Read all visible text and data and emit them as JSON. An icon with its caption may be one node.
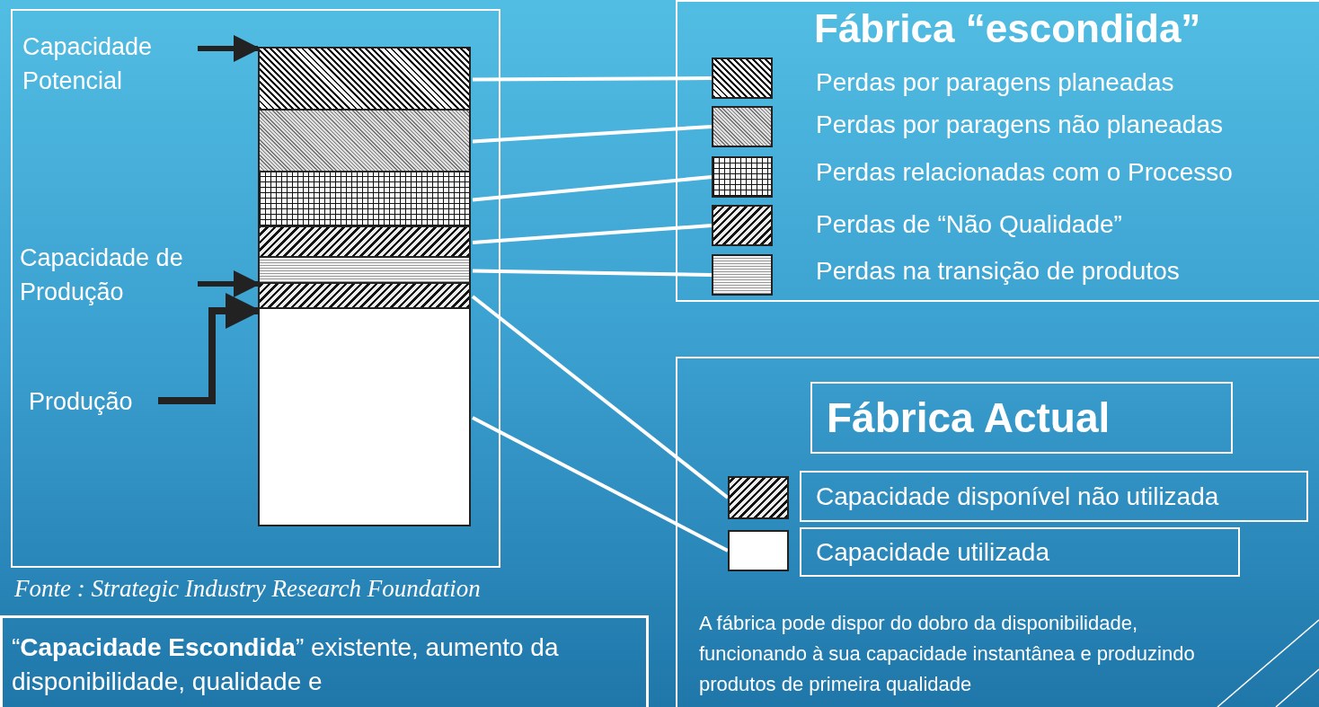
{
  "diagram": {
    "nodes": [
      {
        "text": [
          "Fábrica “escondida”"
        ]
      },
      {
        "text": [],
        "shape": "box",
        "in": 0,
        "beside": [
          "Perdas por paragens planeadas"
        ]
      },
      {
        "text": [],
        "shape": "box",
        "in": 0,
        "beside": [
          "Perdas por paragens não planeadas"
        ]
      },
      {
        "text": [],
        "shape": "box",
        "in": 0,
        "beside": [
          "Perdas relacionadas com o Processo"
        ]
      },
      {
        "text": [],
        "shape": "box",
        "in": 0,
        "beside": [
          "Perdas de “Não Qualidade”"
        ]
      },
      {
        "text": [],
        "shape": "box",
        "in": 0,
        "beside": [
          "Perdas na transição de produtos"
        ]
      },
      {
        "text": [
          "A fábrica pode dispor do dobro da disponibilidade, funcionando à sua capacidade instantânea e produzindo produtos de primeira qualidade"
        ]
      },
      {
        "text": [
          "Fábrica Actual"
        ],
        "in": 6
      },
      {
        "text": [
          "Capacidade disponível não utilizada"
        ],
        "in": 6
      },
      {
        "text": [
          "Capacidade utilizada"
        ],
        "in": 6
      },
      {
        "text": [],
        "shape": "box",
        "in": 6
      },
      {
        "text": [],
        "shape": "box",
        "in": 6
      },
      {
        "text": [],
        "shape": "box"
      },
      {
        "text": [],
        "shape": "bar",
        "in": 12
      },
      {
        "text": [],
        "shape": "bar",
        "in": 12
      },
      {
        "text": [],
        "shape": "bar",
        "in": 12
      },
      {
        "text": [],
        "shape": "bar",
        "in": 12
      },
      {
        "text": [],
        "shape": "bar",
        "in": 12
      },
      {
        "text": [],
        "shape": "bar",
        "in": 12
      },
      {
        "text": [],
        "shape": "bar",
        "in": 12
      },
      {
        "text": [
          "Capacidade Potencial"
        ],
        "in": 12
      },
      {
        "text": [
          "Capacidade de Produção"
        ],
        "in": 12
      },
      {
        "text": [
          "Produção"
        ],
        "in": 12
      },
      {
        "text": [
          "“**Capacidade Escondida**” existente, aumento da disponibilidade, qualidade e"
        ]
      }
    ],
    "edges": [
      {
        "from": 13,
        "to": 1,
        "arrow": "none"
      },
      {
        "from": 14,
        "to": 2,
        "arrow": "none"
      },
      {
        "from": 15,
        "to": 3,
        "arrow": "none"
      },
      {
        "from": 16,
        "to": 4,
        "arrow": "none"
      },
      {
        "from": 17,
        "to": 5,
        "arrow": "none"
      },
      {
        "from": 18,
        "to": 10,
        "arrow": "none"
      },
      {
        "from": 19,
        "to": 11,
        "arrow": "none"
      },
      {
        "from": 20,
        "to": 13,
        "arrow": "to",
        "color": "#222222"
      },
      {
        "from": 21,
        "to": 18,
        "arrow": "to",
        "color": "#222222"
      },
      {
        "from": 22,
        "to": 19,
        "arrow": "to",
        "style": "thick",
        "color": "#222222"
      }
    ],
    "labels": [
      "Fonte : Strategic Industry Research Foundation"
    ]
  }
}
